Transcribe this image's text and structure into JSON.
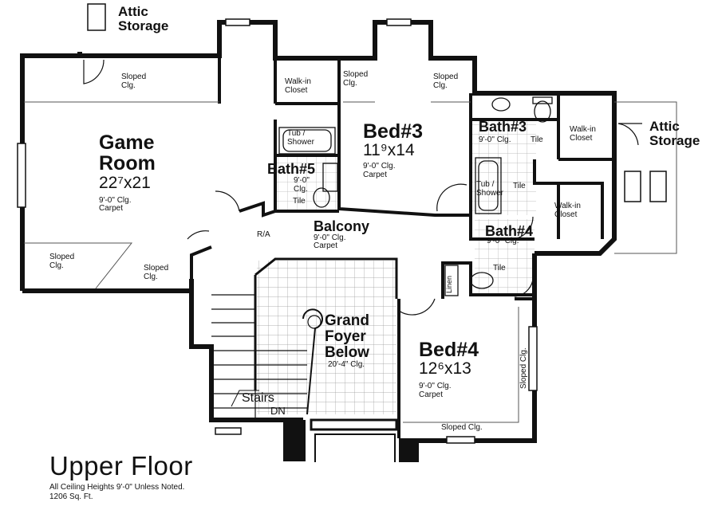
{
  "title": "Upper Floor",
  "footnote_heights": "All Ceiling Heights 9'-0\" Unless Noted.",
  "footnote_area": "1206 Sq. Ft.",
  "attic_storage_top": [
    "Attic",
    "Storage"
  ],
  "attic_storage_right": [
    "Attic",
    "Storage"
  ],
  "game_room": {
    "name": [
      "Game",
      "Room"
    ],
    "dim": "22⁷x21",
    "clg": "9'-0\" Clg.",
    "floor": "Carpet"
  },
  "sloped_game_top": [
    "Sloped",
    "Clg."
  ],
  "sloped_game_bl": [
    "Sloped",
    "Clg."
  ],
  "sloped_game_br": [
    "Sloped",
    "Clg."
  ],
  "walkin_closet_1": [
    "Walk-in",
    "Closet"
  ],
  "sloped_bed3_left": [
    "Sloped",
    "Clg."
  ],
  "sloped_bed3_right": [
    "Sloped",
    "Clg."
  ],
  "bed3": {
    "name": "Bed#3",
    "dim": "11⁹x14",
    "clg": "9'-0\" Clg.",
    "floor": "Carpet"
  },
  "tub_shower_1": [
    "Tub /",
    "Shower"
  ],
  "bath5": {
    "name": "Bath#5",
    "clg": [
      "9'-0\"",
      "Clg."
    ],
    "floor": "Tile"
  },
  "ra": "R/A",
  "balcony": {
    "name": "Balcony",
    "clg": "9'-0\" Clg.",
    "floor": "Carpet"
  },
  "bath3": {
    "name": "Bath#3",
    "clg": "9'-0\" Clg.",
    "floor": "Tile"
  },
  "walkin_closet_2": [
    "Walk-in",
    "Closet"
  ],
  "tub_shower_2": [
    "Tub /",
    "Shower"
  ],
  "tile_bath3": "Tile",
  "walkin_closet_3": [
    "Walk-in",
    "Closet"
  ],
  "bath4": {
    "name": "Bath#4",
    "clg": "9'-0\" Clg.",
    "floor": "Tile"
  },
  "linen": "Linen",
  "foyer": {
    "name": [
      "Grand",
      "Foyer",
      "Below"
    ],
    "clg": "20'-4\" Clg."
  },
  "bed4": {
    "name": "Bed#4",
    "dim": "12⁶x13",
    "clg": "9'-0\" Clg.",
    "floor": "Carpet"
  },
  "sloped_bed4_right": "Sloped Clg.",
  "sloped_bed4_bottom": "Sloped Clg.",
  "stairs": {
    "name": "Stairs",
    "dir": "DN"
  }
}
